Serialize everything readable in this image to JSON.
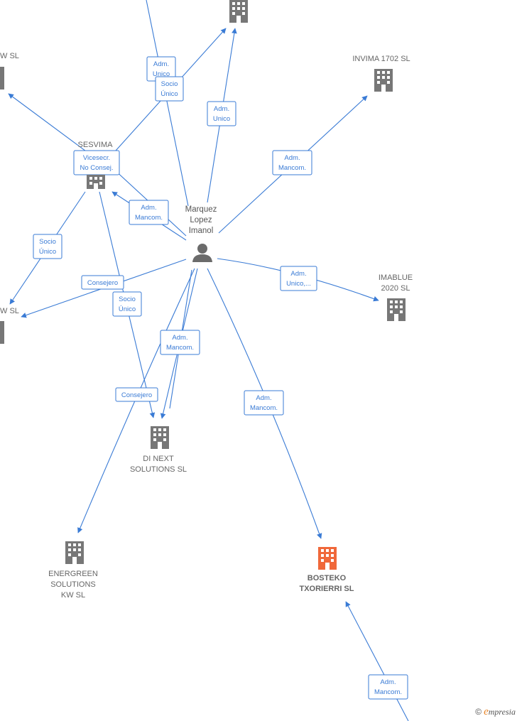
{
  "person": {
    "lines": [
      "Marquez",
      "Lopez",
      "Imanol"
    ]
  },
  "companies": {
    "top": {
      "lines": []
    },
    "w_sl_top": {
      "lines": [
        "W  SL"
      ]
    },
    "invima": {
      "lines": [
        "INVIMA 1702  SL"
      ]
    },
    "sesvima": {
      "lines": [
        "SESVIMA"
      ]
    },
    "w_sl_mid": {
      "lines": [
        "W  SL"
      ]
    },
    "imablue": {
      "lines": [
        "IMABLUE",
        "2020  SL"
      ]
    },
    "dinext": {
      "lines": [
        "DI NEXT",
        "SOLUTIONS  SL"
      ]
    },
    "energreen": {
      "lines": [
        "ENERGREEN",
        "SOLUTIONS",
        "KW  SL"
      ]
    },
    "bosteko": {
      "lines": [
        "BOSTEKO",
        "TXORIERRI  SL"
      ]
    }
  },
  "edge_labels": {
    "adm_unico_top": [
      "Adm.",
      "Unico"
    ],
    "socio_unico_top": [
      "Socio",
      "Único"
    ],
    "adm_unico_mid": [
      "Adm.",
      "Unico"
    ],
    "adm_mancom_invima": [
      "Adm.",
      "Mancom."
    ],
    "vicesec": [
      "Vicesecr.",
      "No Consej."
    ],
    "adm_mancom_sesvima": [
      "Adm.",
      "Mancom."
    ],
    "socio_unico_left": [
      "Socio",
      "Único"
    ],
    "consejero_left": [
      "Consejero"
    ],
    "socio_unico_center": [
      "Socio",
      "Único"
    ],
    "adm_unico_imablue": [
      "Adm.",
      "Unico,..."
    ],
    "adm_mancom_dinext": [
      "Adm.",
      "Mancom."
    ],
    "consejero_low": [
      "Consejero"
    ],
    "adm_mancom_bosteko": [
      "Adm.",
      "Mancom."
    ],
    "adm_mancom_bottom": [
      "Adm.",
      "Mancom."
    ]
  },
  "footer": {
    "copyright": "©",
    "brand_initial": "e",
    "brand_rest": "mpresia"
  },
  "colors": {
    "edge": "#3a7bd5",
    "building": "#777777",
    "highlight": "#f0683a"
  }
}
